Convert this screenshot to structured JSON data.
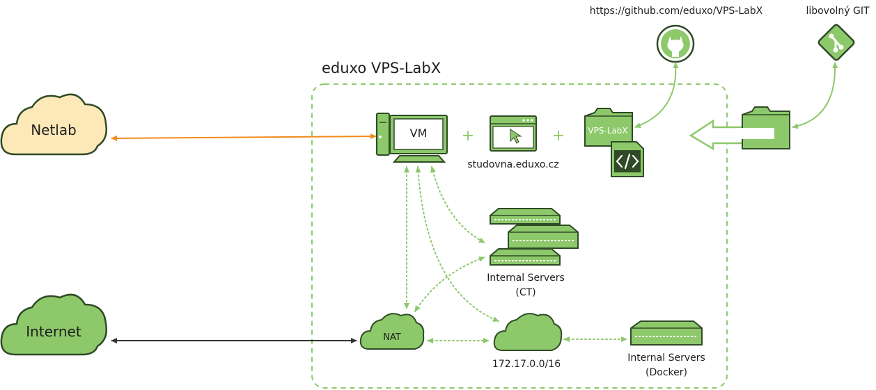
{
  "title": "eduxo VPS-LabX",
  "colors": {
    "green": "#8dc96b",
    "green_dark": "#2f4a26",
    "cloud_netlab": "#fde9b8",
    "orange": "#f28a1a",
    "black_link": "#333333"
  },
  "top_labels": {
    "github_url": "https://github.com/eduxo/VPS-LabX",
    "git_label": "libovolný GIT"
  },
  "nodes": {
    "netlab": "Netlab",
    "internet": "Internet",
    "vm": "VM",
    "studovna": "studovna.eduxo.cz",
    "vpslabx_folder": "VPS-LabX",
    "internal_ct_line1": "Internal Servers",
    "internal_ct_line2": "(CT)",
    "nat": "NAT",
    "network": "172.17.0.0/16",
    "internal_docker_line1": "Internal Servers",
    "internal_docker_line2": "(Docker)"
  },
  "plus_signs": [
    "+",
    "+"
  ],
  "icons": {
    "github": "github-icon",
    "git": "git-icon",
    "vm": "computer-icon",
    "browser": "browser-window-icon",
    "folder": "folder-icon",
    "code_file": "code-file-icon",
    "server": "server-icon"
  }
}
